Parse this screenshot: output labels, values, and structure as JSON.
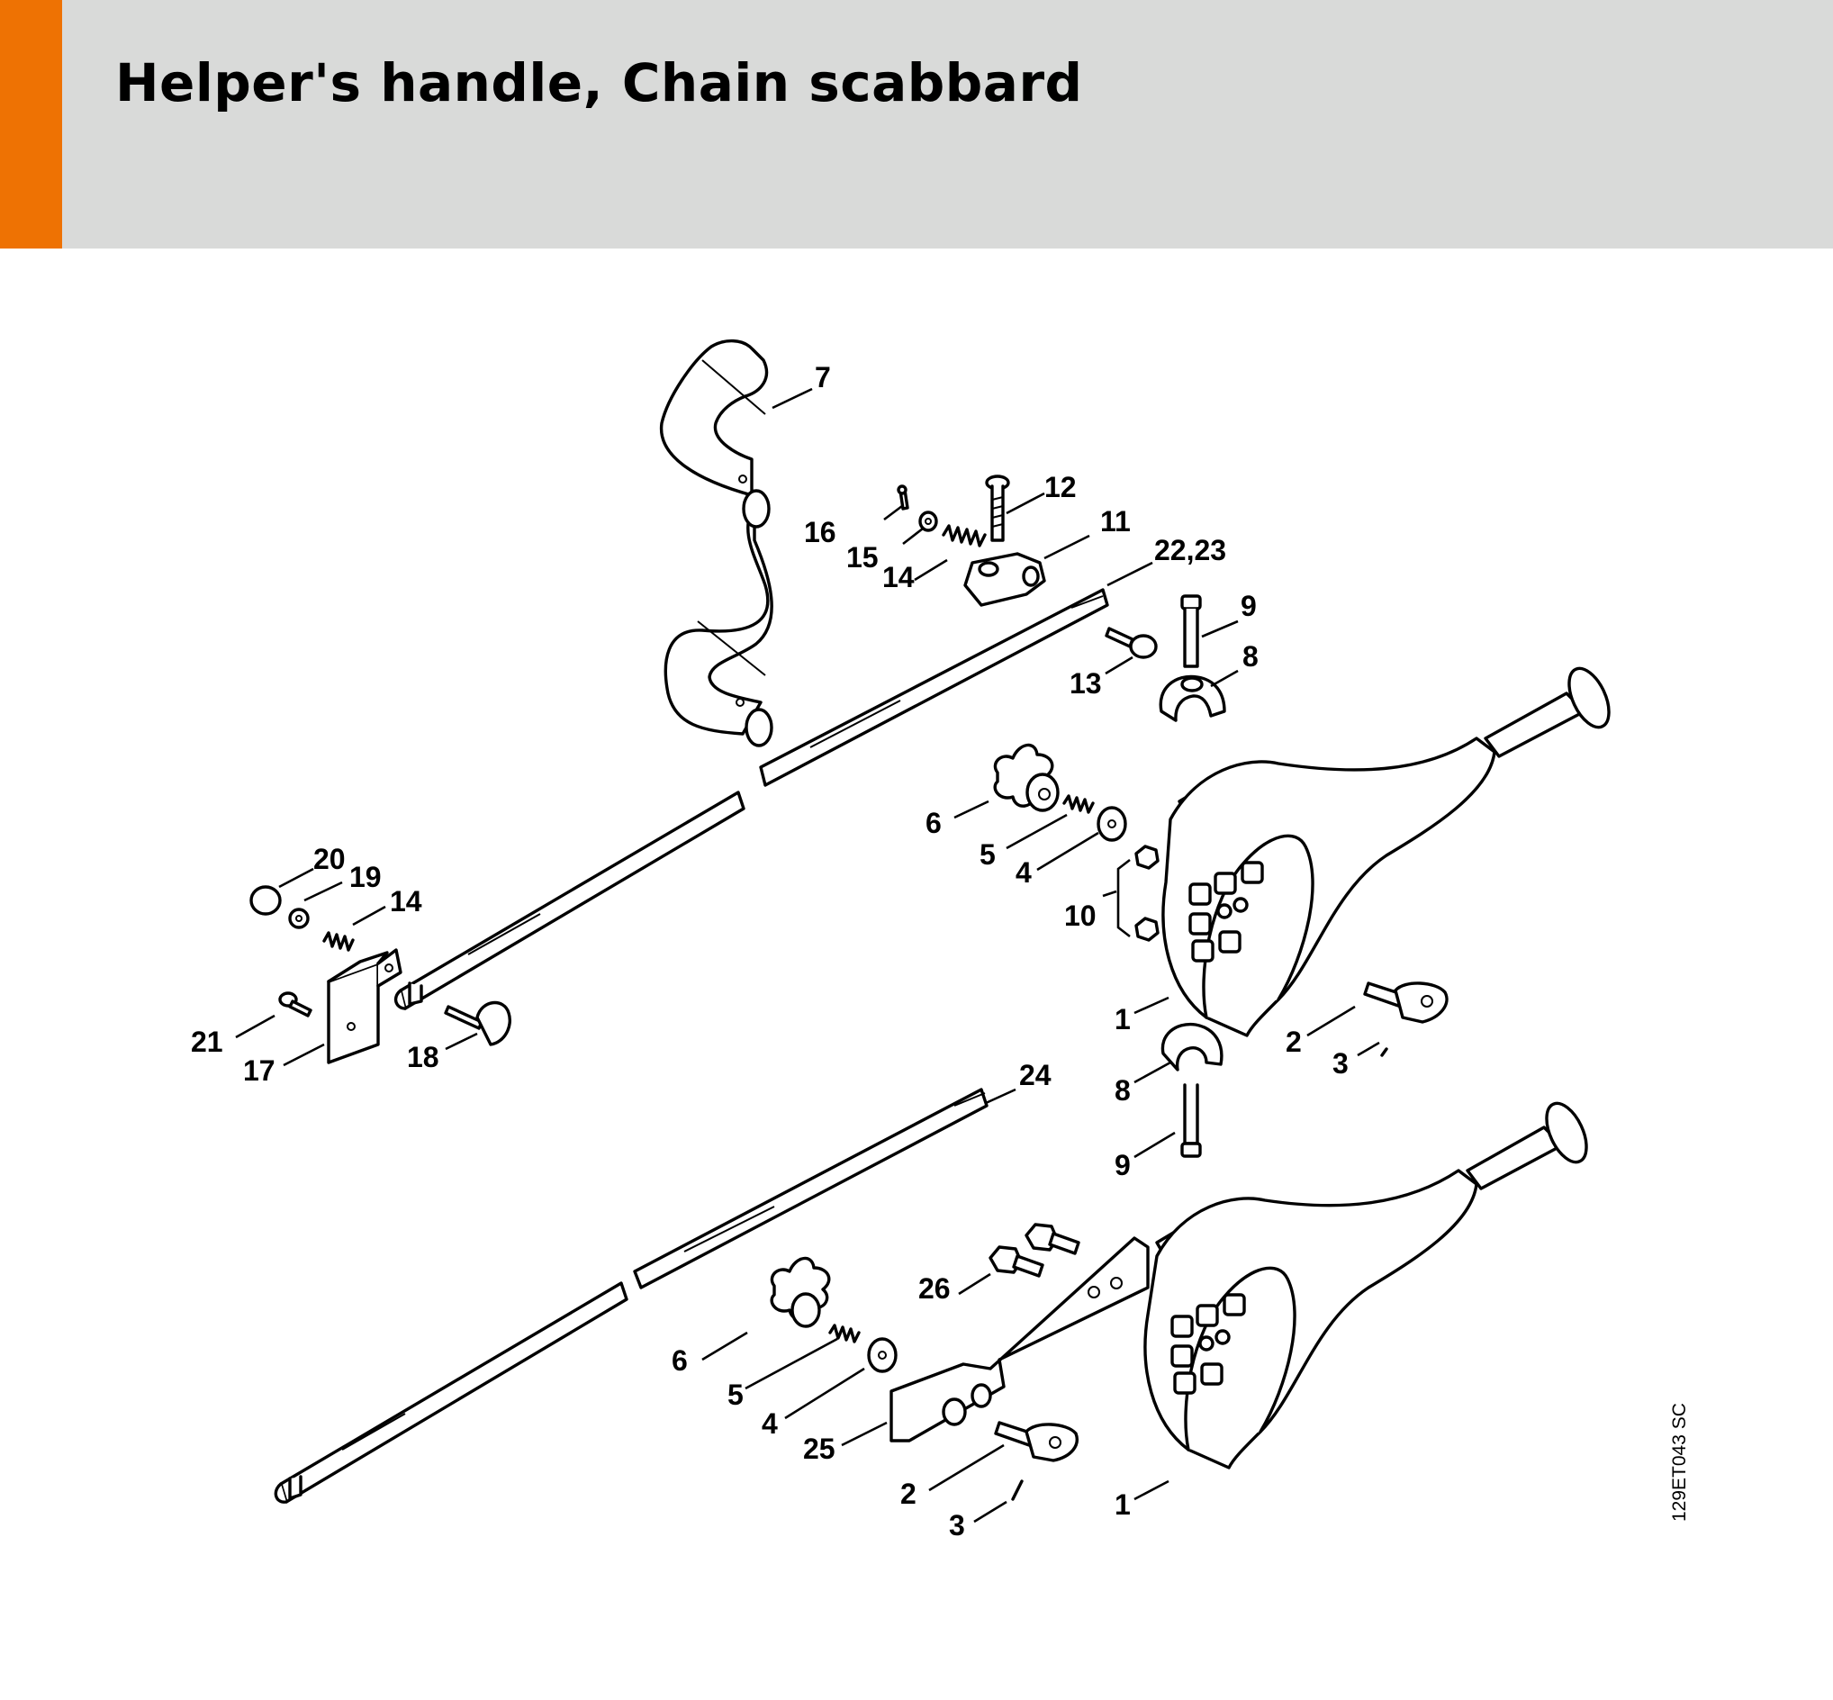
{
  "header": {
    "title": "Helper's handle, Chain scabbard",
    "accent_color": "#ee7203",
    "band_color": "#d9dad9"
  },
  "drawing_code": "129ET043 SC",
  "labels": {
    "l7": "7",
    "l12": "12",
    "l16": "16",
    "l11": "11",
    "l15": "15",
    "l14a": "14",
    "l2223": "22,23",
    "l9a": "9",
    "l8a": "8",
    "l13": "13",
    "l6a": "6",
    "l5a": "5",
    "l4a": "4",
    "l10": "10",
    "l20": "20",
    "l19": "19",
    "l14b": "14",
    "l21": "21",
    "l17": "17",
    "l18": "18",
    "l1a": "1",
    "l2a": "2",
    "l3a": "3",
    "l8b": "8",
    "l9b": "9",
    "l24": "24",
    "l26": "26",
    "l6b": "6",
    "l5b": "5",
    "l4b": "4",
    "l25": "25",
    "l2b": "2",
    "l3b": "3",
    "l1b": "1"
  }
}
